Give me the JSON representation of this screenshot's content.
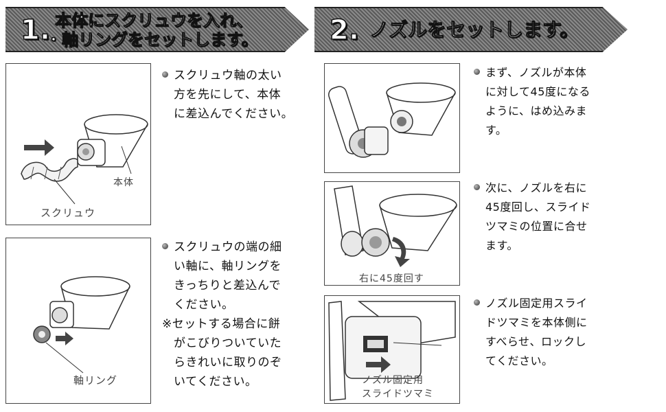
{
  "step1": {
    "number": "1.",
    "title_line1": "本体にスクリュウを入れ、",
    "title_line2": "・軸リングをセットします。",
    "block_a": {
      "caption_body": "本体",
      "caption_screw": "スクリュウ",
      "lines": [
        "スクリュウ軸の太い",
        "方を先にして、本体",
        "に差込んでください。"
      ]
    },
    "block_b": {
      "caption_ring": "軸リング",
      "lines": [
        "スクリュウの端の細",
        "い軸に、軸リングを",
        "きっちりと差込んで",
        "ください。"
      ],
      "note_lines": [
        "※セットする場合に餅",
        "がこびりついていた",
        "らきれいに取りのぞ",
        "いてください。"
      ]
    }
  },
  "step2": {
    "number": "2.",
    "title": "ノズルをセットします。",
    "block_a": {
      "lines": [
        "まず、ノズルが本体",
        "に対して45度になる",
        "ように、はめ込みま",
        "す。"
      ]
    },
    "block_b": {
      "caption_rotate": "右に45度回す",
      "lines": [
        "次に、ノズルを右に",
        "45度回し、スライド",
        "ツマミの位置に合せ",
        "ます。"
      ]
    },
    "block_c": {
      "caption_line1": "ノズル固定用",
      "caption_line2": "スライドツマミ",
      "lines": [
        "ノズル固定用スライ",
        "ドツマミを本体側に",
        "すべらせ、ロックし",
        "てください。"
      ]
    }
  }
}
